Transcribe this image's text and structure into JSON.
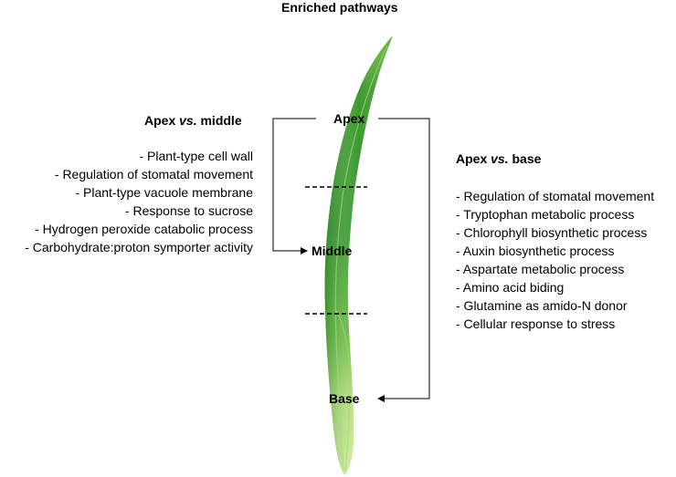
{
  "title": "Enriched pathways",
  "left_panel": {
    "heading_a": "Apex ",
    "heading_vs": "vs.",
    "heading_b": " middle",
    "items": [
      "- Plant-type cell wall",
      "- Regulation of stomatal movement",
      "- Plant-type vacuole membrane",
      "- Response to sucrose",
      "- Hydrogen peroxide catabolic process",
      "- Carbohydrate:proton symporter activity"
    ]
  },
  "right_panel": {
    "heading_a": "Apex ",
    "heading_vs": "vs.",
    "heading_b": " base",
    "items": [
      "- Regulation of stomatal movement",
      "- Tryptophan metabolic process",
      "- Chlorophyll biosynthetic process",
      "- Auxin biosynthetic process",
      "- Aspartate metabolic process",
      "- Amino acid biding",
      "- Glutamine as amido-N donor",
      "- Cellular response to stress"
    ]
  },
  "leaf_labels": {
    "apex": "Apex",
    "middle": "Middle",
    "base": "Base"
  },
  "colors": {
    "leaf_dark": "#2f8f2a",
    "leaf_mid": "#5cb83a",
    "leaf_base": "#c6e890",
    "lines": "#000000"
  }
}
